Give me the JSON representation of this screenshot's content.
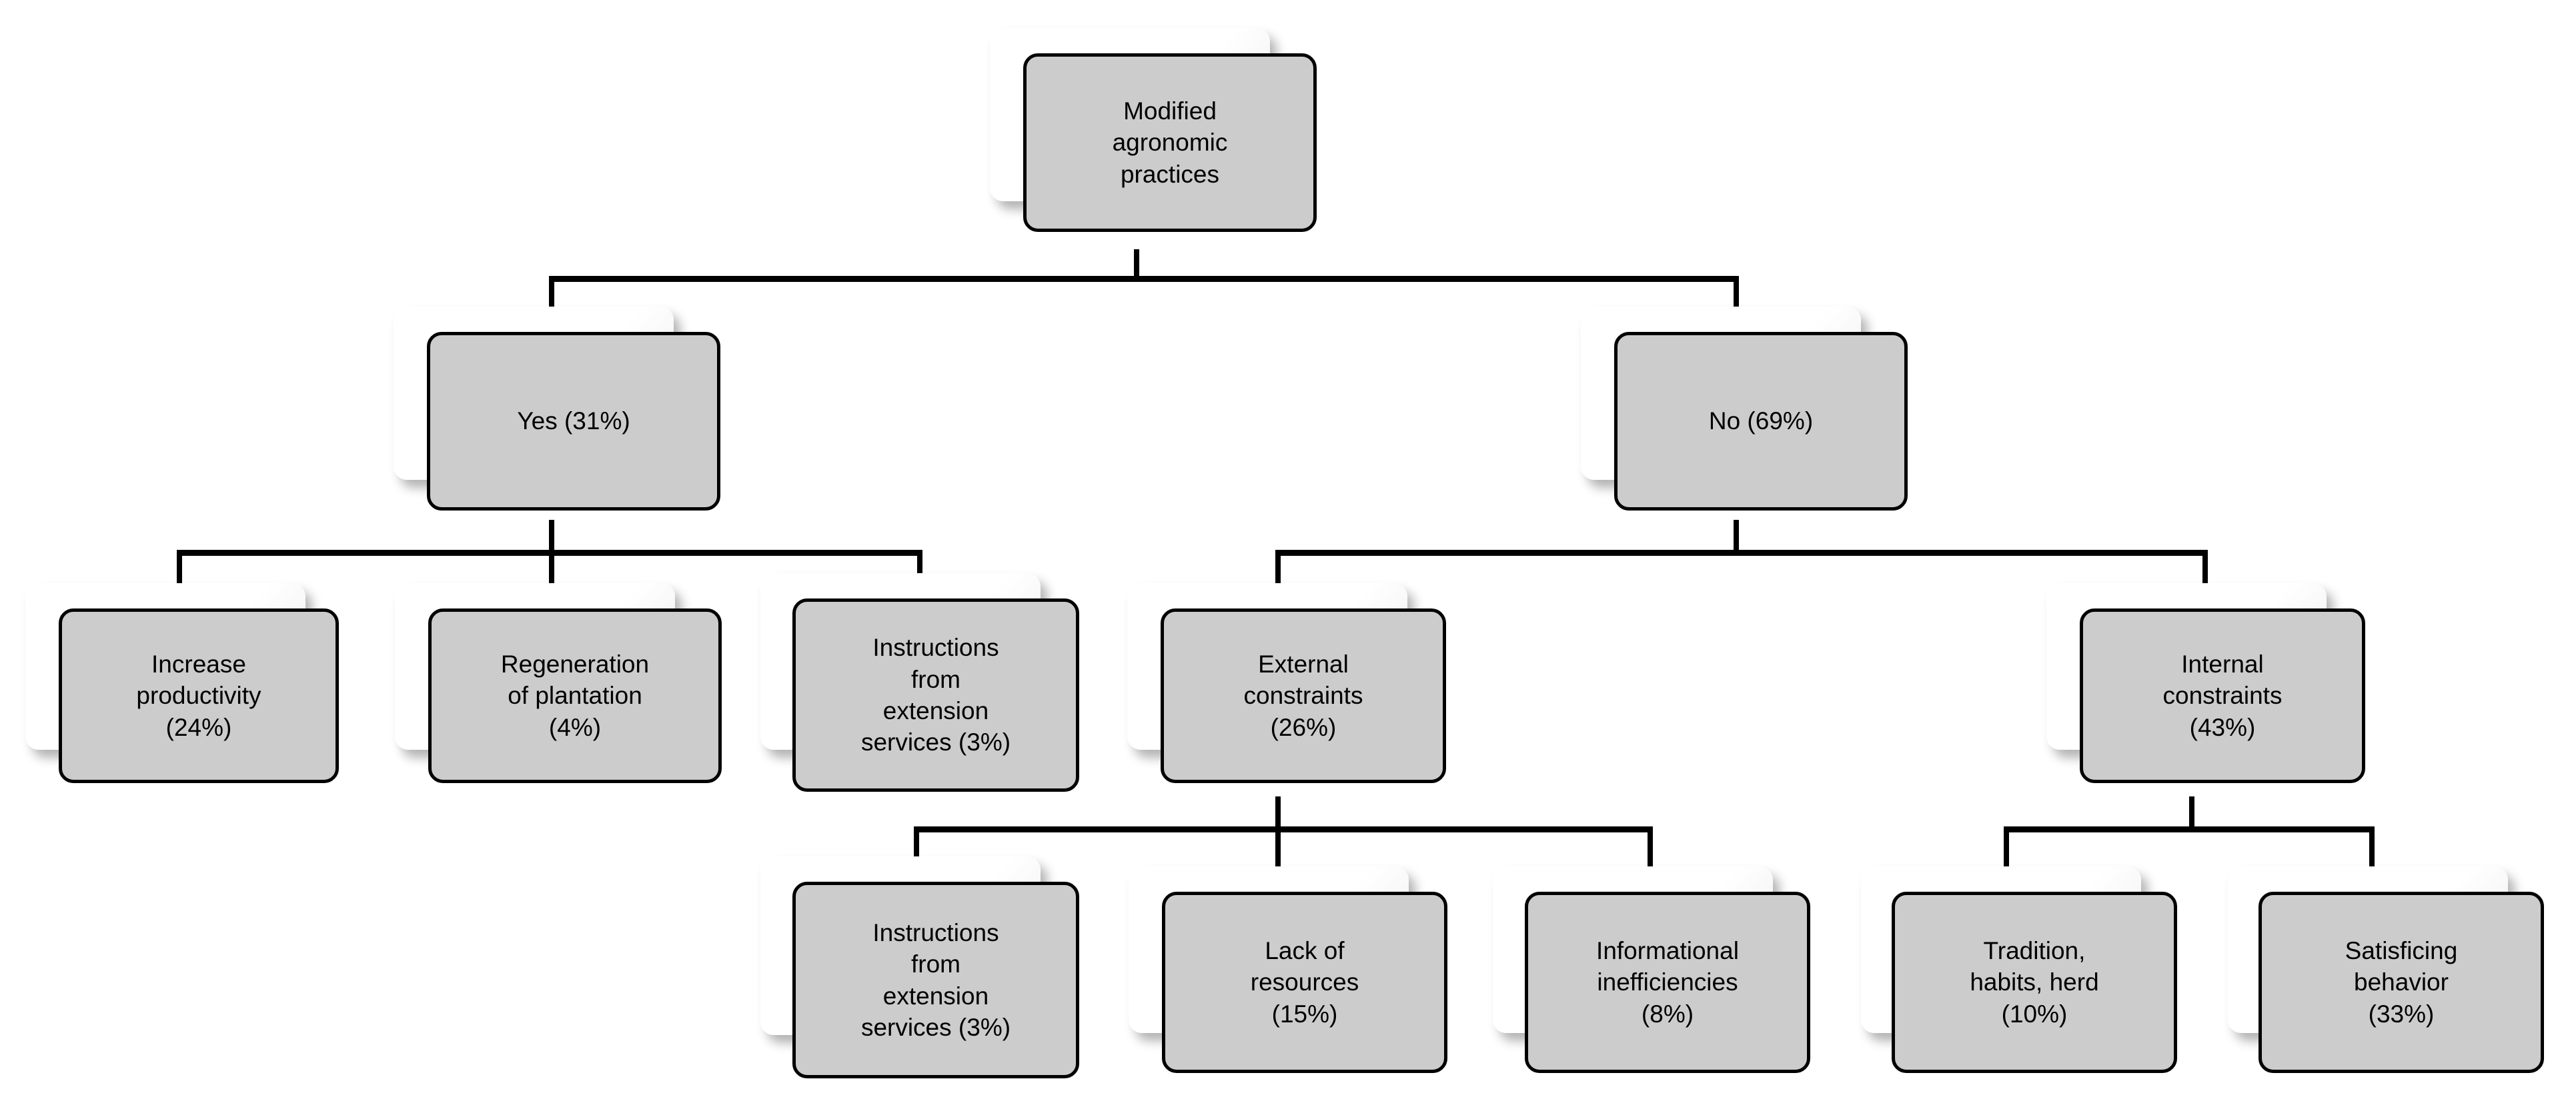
{
  "diagram": {
    "type": "tree",
    "title": "Modified agronomic practices decision tree",
    "colors": {
      "node_fill": "#cccccc",
      "node_border": "#000000",
      "card_shadow": "#ffffff",
      "connector": "#000000",
      "background": "#ffffff"
    },
    "levels": 4,
    "nodes": [
      {
        "id": "root",
        "label": "Modified\nagronomic\npractices",
        "percent": null,
        "level": 0,
        "parent": null
      },
      {
        "id": "yes",
        "label": "Yes (31%)",
        "percent": 31,
        "level": 1,
        "parent": "root"
      },
      {
        "id": "no",
        "label": "No (69%)",
        "percent": 69,
        "level": 1,
        "parent": "root"
      },
      {
        "id": "increase-productivity",
        "label": "Increase\nproductivity\n(24%)",
        "percent": 24,
        "level": 2,
        "parent": "yes"
      },
      {
        "id": "regeneration-of-plantation",
        "label": "Regeneration\nof plantation\n(4%)",
        "percent": 4,
        "level": 2,
        "parent": "yes"
      },
      {
        "id": "instructions-extension-yes",
        "label": "Instructions\nfrom\nextension\nservices (3%)",
        "percent": 3,
        "level": 2,
        "parent": "yes"
      },
      {
        "id": "external-constraints",
        "label": "External\nconstraints\n(26%)",
        "percent": 26,
        "level": 2,
        "parent": "no"
      },
      {
        "id": "internal-constraints",
        "label": "Internal\nconstraints\n(43%)",
        "percent": 43,
        "level": 2,
        "parent": "no"
      },
      {
        "id": "instructions-extension-external",
        "label": "Instructions\nfrom\nextension\nservices (3%)",
        "percent": 3,
        "level": 3,
        "parent": "external-constraints"
      },
      {
        "id": "lack-of-resources",
        "label": "Lack of\nresources\n(15%)",
        "percent": 15,
        "level": 3,
        "parent": "external-constraints"
      },
      {
        "id": "informational-inefficiencies",
        "label": "Informational\ninefficiencies\n(8%)",
        "percent": 8,
        "level": 3,
        "parent": "external-constraints"
      },
      {
        "id": "tradition-habits-herd",
        "label": "Tradition,\nhabits, herd\n(10%)",
        "percent": 10,
        "level": 3,
        "parent": "internal-constraints"
      },
      {
        "id": "satisficing-behavior",
        "label": "Satisficing\nbehavior\n(33%)",
        "percent": 33,
        "level": 3,
        "parent": "internal-constraints"
      }
    ]
  }
}
